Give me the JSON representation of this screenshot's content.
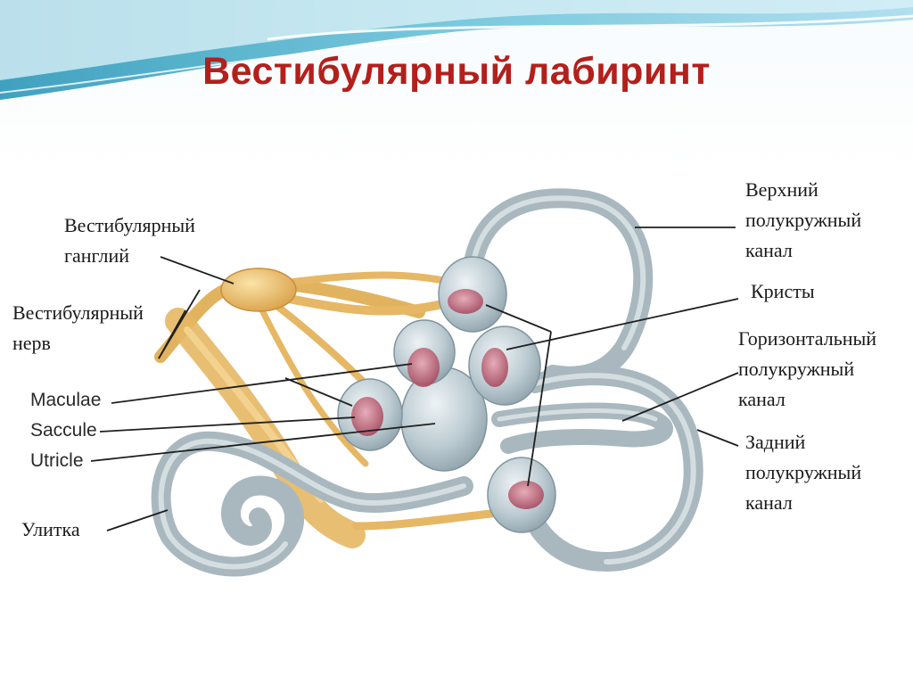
{
  "slide": {
    "title": "Вестибулярный лабиринт",
    "colors": {
      "title": "#b3201c",
      "wave_dark": "#3aa6c4",
      "wave_light": "#bfe3ee",
      "labyrinth": "#b9c6cc",
      "nerve": "#e6b764",
      "crista": "#c46a7c"
    }
  },
  "diagram": {
    "labels": {
      "vestibular_ganglion": [
        "Вестибулярный",
        "ганглий"
      ],
      "vestibular_nerve": [
        "Вестибулярный",
        "нерв"
      ],
      "maculae": "Maculae",
      "saccule": "Saccule",
      "utricle": "Utricle",
      "cochlea": "Улитка",
      "superior_canal": [
        "Верхний",
        "полукружный",
        "канал"
      ],
      "cristae": "Кристы",
      "horizontal_canal": [
        "Горизонтальный",
        "полукружный",
        "канал"
      ],
      "posterior_canal": [
        "Задний",
        "полукружный",
        "канал"
      ]
    }
  }
}
